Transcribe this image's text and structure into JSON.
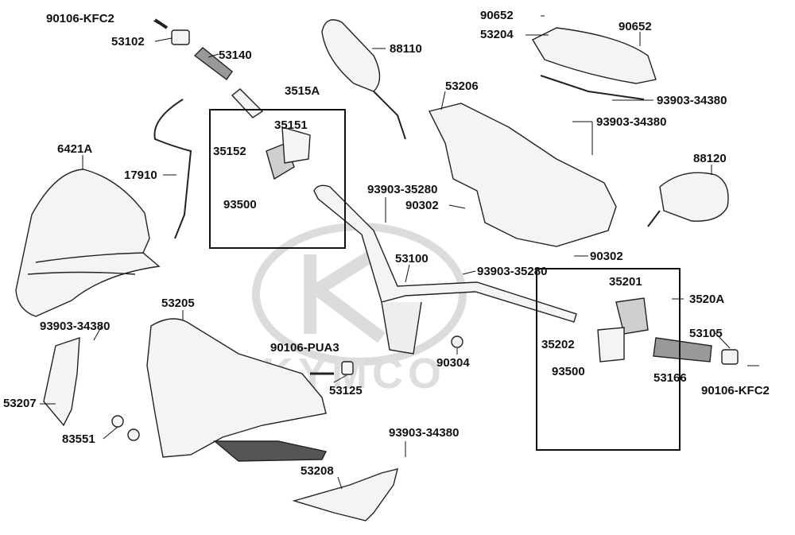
{
  "diagram": {
    "brand_watermark": "KYMCO",
    "labels": {
      "p90106_kfc2_top": "90106-KFC2",
      "p53102": "53102",
      "p53140": "53140",
      "p88110": "88110",
      "p90652_a": "90652",
      "p53204": "53204",
      "p90652_b": "90652",
      "p3515a": "3515A",
      "p35151": "35151",
      "p35152": "35152",
      "p93500_left": "93500",
      "p53206": "53206",
      "p93903_34380_a": "93903-34380",
      "p93903_34380_b": "93903-34380",
      "p6421a": "6421A",
      "p17910": "17910",
      "p93903_35280_a": "93903-35280",
      "p90302_a": "90302",
      "p88120": "88120",
      "p90302_b": "90302",
      "p53100": "53100",
      "p93903_35280_b": "93903-35280",
      "p35201": "35201",
      "p3520a": "3520A",
      "p53205": "53205",
      "p93903_34380_c": "93903-34380",
      "p90106_pua3": "90106-PUA3",
      "p35202": "35202",
      "p53105": "53105",
      "p90304": "90304",
      "p53125": "53125",
      "p93500_right": "93500",
      "p53166": "53166",
      "p90106_kfc2_bottom": "90106-KFC2",
      "p53207": "53207",
      "p83551": "83551",
      "p93903_34380_d": "93903-34380",
      "p53208": "53208"
    }
  }
}
